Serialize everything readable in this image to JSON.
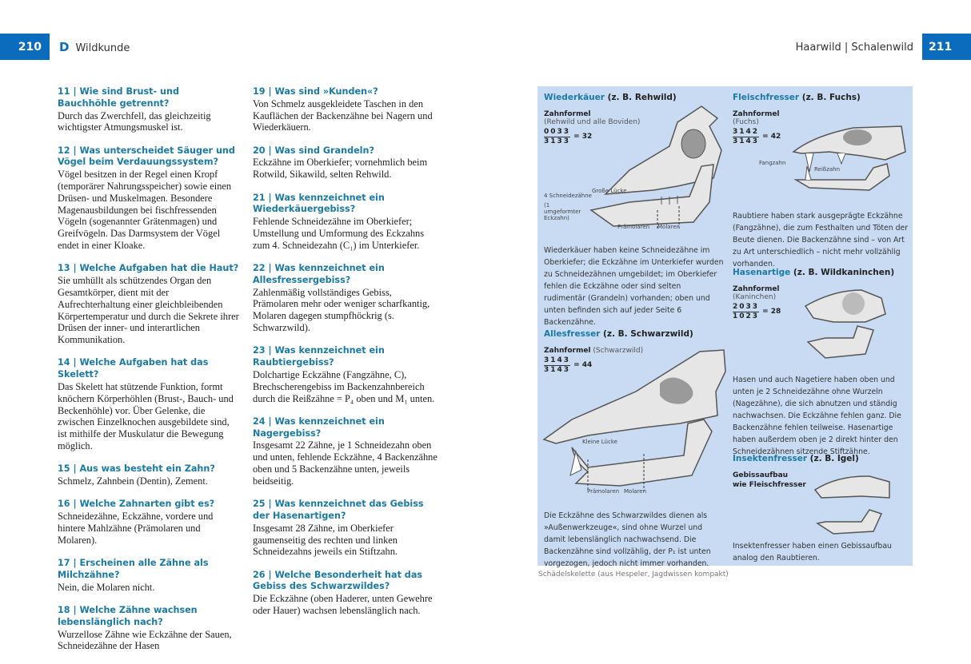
{
  "header": {
    "left_page": "210",
    "chapter_letter": "D",
    "chapter": "Wildkunde",
    "right_title": "Haarwild | Schalenwild",
    "right_page": "211"
  },
  "questions_col1": [
    {
      "title": "11 |  Wie sind Brust- und Bauchhöhle getrennt?",
      "answer": "Durch das Zwerchfell, das gleichzeitig wichtigster Atmungsmuskel ist."
    },
    {
      "title": "12 |  Was unterscheidet Säuger und Vögel beim Verdauungssystem?",
      "answer": "Vögel besitzen in der Regel einen Kropf (temporärer Nahrungsspeicher) sowie einen Drüsen- und Muskelmagen. Besondere Magenausbildungen bei fischfressenden Vögeln (sogenannter Grätenmagen) und Greifvögeln. Das Darmsystem der Vögel endet in einer Kloake."
    },
    {
      "title": "13 |  Welche Aufgaben hat die Haut?",
      "answer": "Sie umhüllt als schützendes Organ den Gesamtkörper, dient mit der Aufrechterhaltung einer gleichbleibenden Körpertemperatur und durch die Sekrete ihrer Drüsen der inner- und interartlichen Kommunikation."
    },
    {
      "title": "14 |  Welche Aufgaben hat das Skelett?",
      "answer": "Das Skelett hat stützende Funktion, formt knöchern Körperhöhlen (Brust-, Bauch- und Beckenhöhle) vor. Über Gelenke, die zwischen Einzelknochen ausgebildete sind, ist mithilfe der Muskulatur die Bewegung möglich."
    },
    {
      "title": "15 |  Aus was besteht ein Zahn?",
      "answer": "Schmelz, Zahnbein (Dentin), Zement."
    },
    {
      "title": "16 |  Welche Zahnarten gibt es?",
      "answer": "Schneidezähne, Eckzähne, vordere und hintere Mahlzähne (Prämolaren und Molaren)."
    },
    {
      "title": "17 |  Erscheinen alle Zähne als Milchzähne?",
      "answer": "Nein, die Molaren nicht."
    },
    {
      "title": "18 |  Welche Zähne wachsen lebenslänglich nach?",
      "answer": "Wurzellose Zähne wie Eckzähne der Sauen, Schneidezähne der Hasen"
    }
  ],
  "questions_col2": [
    {
      "title": "19 |  Was sind »Kunden«?",
      "answer": "Von Schmelz ausgekleidete Taschen in den Kauflächen der Backenzähne bei Nagern und Wiederkäuern."
    },
    {
      "title": "20 |  Was sind Grandeln?",
      "answer": "Eckzähne im Oberkiefer; vornehmlich beim Rotwild, Sikawild, selten Rehwild."
    },
    {
      "title": "21 |  Was kennzeichnet ein Wiederkäuergebiss?",
      "answer": "Fehlende Schneidezähne im Oberkiefer; Umstellung und Umformung des Eckzahns zum 4. Schneidezahn (C₁) im Unterkiefer."
    },
    {
      "title": "22 |  Was kennzeichnet ein Allesfressergebiss?",
      "answer": "Zahlenmäßig vollständiges Gebiss, Prämolaren mehr oder weniger scharfkantig, Molaren dagegen stumpfhöckrig (s. Schwarzwild)."
    },
    {
      "title": "23 |  Was kennzeichnet ein Raubtiergebiss?",
      "answer": "Dolchartige Eckzähne (Fangzähne, C), Brechscherengebiss im Backenzahnbereich durch die Reißzähne = P₄ oben und M₁ unten."
    },
    {
      "title": "24 |  Was kennzeichnet ein Nagergebiss?",
      "answer": "Insgesamt 22 Zähne, je 1 Schneidezahn oben und unten, fehlende Eckzähne, 4 Backenzähne oben und 5 Backenzähne unten, jeweils beidseitig."
    },
    {
      "title": "25 |  Was kennzeichnet das Gebiss der Hasenartigen?",
      "answer": "Insgesamt 28 Zähne, im Oberkiefer gaumenseitig des rechten und linken Schneidezahns jeweils ein Stiftzahn."
    },
    {
      "title": "26 |  Welche Besonderheit hat das Gebiss des Schwarzwildes?",
      "answer": "Die Eckzähne (oben Haderer, unten Gewehre oder Hauer) wachsen lebenslänglich nach."
    }
  ],
  "panel": {
    "wiederkaeuer": {
      "name": "Wiederkäuer",
      "example": " (z. B. Rehwild)",
      "zf": "Zahnformel",
      "zf_sub": "(Rehwild und alle Boviden)",
      "top": "0033",
      "bottom": "3133",
      "total": "= 32",
      "labels": {
        "schneide": "4 Schneidezähne",
        "eckzahn": "(1 umgeformter Eckzahn)",
        "luecke": "Große Lücke",
        "praem": "Prämolaren",
        "mol": "Molaren"
      },
      "desc": "Wiederkäuer haben keine Schneidezähne im Oberkiefer; die Eckzähne im Unterkiefer wurden zu Schneidezähnen umgebildet; im Oberkiefer fehlen die Eckzähne oder sind selten rudimentär (Grandeln) vorhanden; oben und unten befinden sich auf jeder Seite 6 Backenzähne."
    },
    "allesfresser": {
      "name": "Allesfresser",
      "example": " (z. B. Schwarzwild)",
      "zf": "Zahnformel",
      "zf_sub": " (Schwarzwild)",
      "top": "3143",
      "bottom": "3143",
      "total": "= 44",
      "labels": {
        "luecke": "Kleine Lücke",
        "praem": "Prämolaren",
        "mol": "Molaren"
      },
      "desc": "Die Eckzähne des Schwarzwildes dienen als »Außenwerkzeuge«, sind ohne Wurzel und damit lebenslänglich nachwachsend. Die Backenzähne sind vollzählig, der P₁ ist unten vorgezogen, jedoch nicht immer vorhanden."
    },
    "fleischfresser": {
      "name": "Fleischfresser",
      "example": " (z. B. Fuchs)",
      "zf": "Zahnformel",
      "zf_sub": "(Fuchs)",
      "top": "3142",
      "bottom": "3143",
      "total": "= 42",
      "labels": {
        "fang": "Fangzahn",
        "reiss": "Reißzahn"
      },
      "desc": "Raubtiere haben stark ausgeprägte Eckzähne (Fangzähne), die zum Festhalten und Töten der Beute dienen. Die Backenzähne sind – von Art zu Art unterschiedlich – nicht mehr vollzählig vorhanden."
    },
    "hasenartige": {
      "name": "Hasenartige",
      "example": " (z. B. Wildkaninchen)",
      "zf": "Zahnformel",
      "zf_sub": "(Kaninchen)",
      "top": "2033",
      "bottom": "1023",
      "total": "= 28",
      "desc": "Hasen und auch Nagetiere haben oben und unten je 2 Schneidezähne ohne Wurzeln (Nagezähne), die sich abnutzen und ständig nachwachsen. Die Eckzähne fehlen ganz. Die Backenzähne fehlen teilweise. Hasenartige haben außerdem oben je 2 direkt hinter den Schneidezähnen sitzende Stiftzähne."
    },
    "insektenfresser": {
      "name": "Insektenfresser",
      "example": " (z. B. Igel)",
      "zf1": "Gebissaufbau",
      "zf2": "wie Fleischfresser",
      "desc": "Insektenfresser haben einen Gebissaufbau analog den Raubtieren."
    }
  },
  "caption": "Schädelskelette (aus Hespeler, Jagdwissen kompakt)",
  "colors": {
    "accent": "#0b6bbd",
    "question": "#1b7aa6",
    "panel": "#c8dbf3"
  }
}
